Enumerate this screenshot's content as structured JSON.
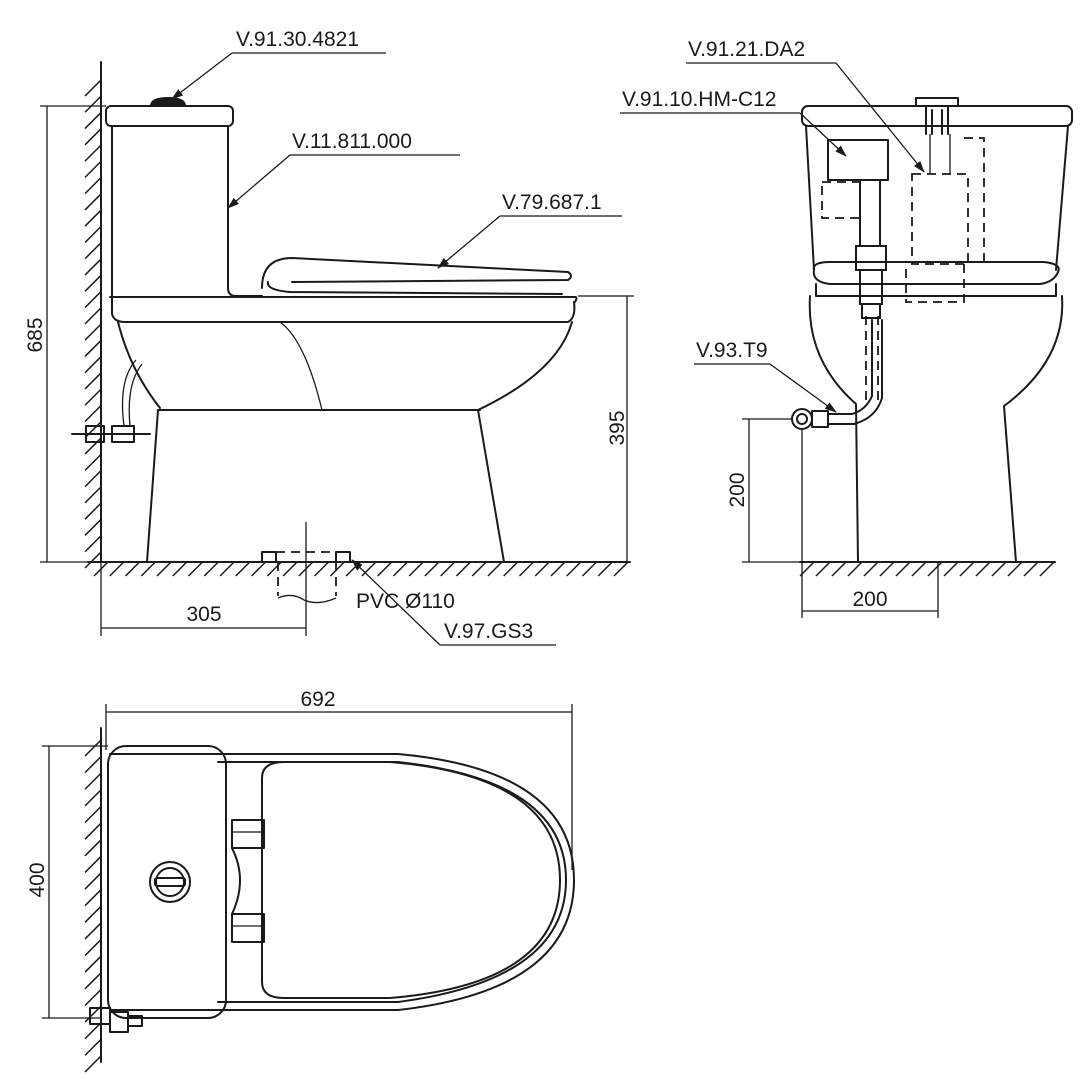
{
  "part_codes": {
    "flush_button": "V.91.30.4821",
    "ceramic_body": "V.11.811.000",
    "seat_cover": "V.79.687.1",
    "flush_valve": "V.91.21.DA2",
    "fill_valve": "V.91.10.HM-C12",
    "supply_hose": "V.93.T9",
    "floor_gasket": "V.97.GS3"
  },
  "pipe_label": "PVC Ø110",
  "dimensions": {
    "total_height": "685",
    "seat_height": "395",
    "rough_in": "305",
    "supply_height": "200",
    "supply_offset": "200",
    "total_length": "692",
    "total_width": "400"
  }
}
